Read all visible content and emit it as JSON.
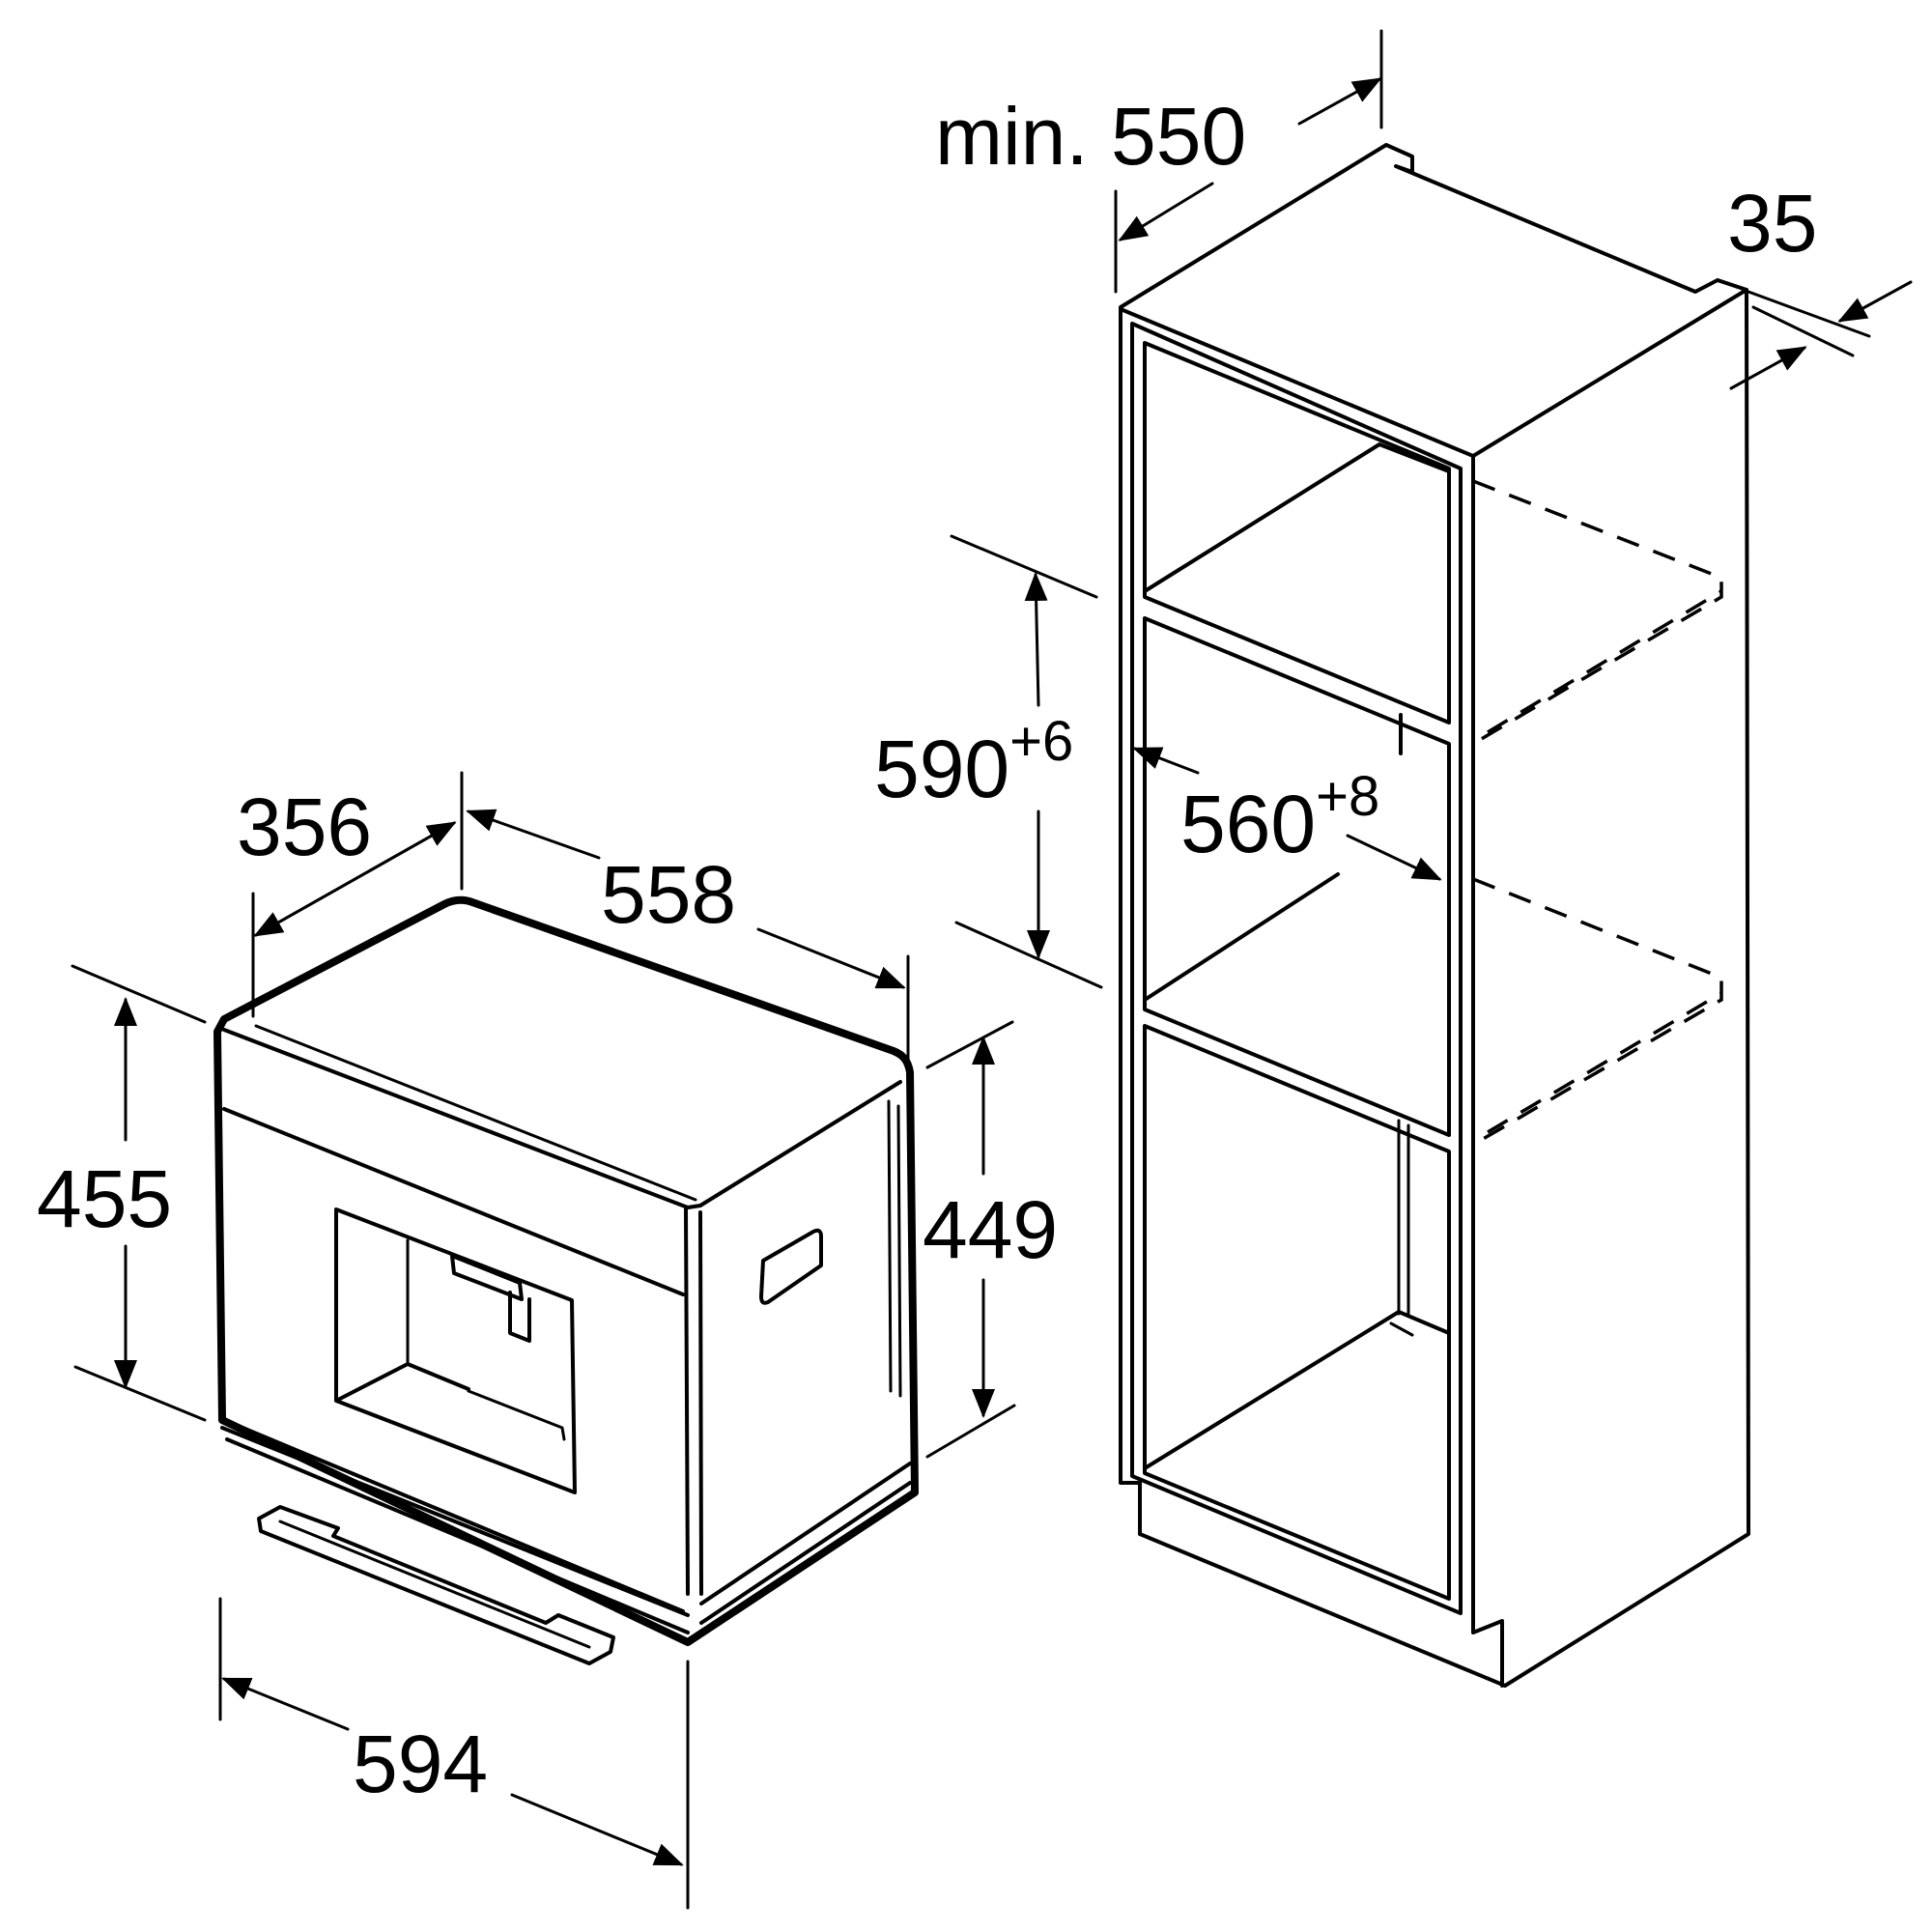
{
  "dimensions": {
    "appliance_depth_side": "356",
    "appliance_depth": "558",
    "appliance_height": "455",
    "appliance_body_height": "449",
    "appliance_width": "594",
    "cabinet_depth": "min. 550",
    "cabinet_rear_gap": "35",
    "niche_height_base": "590",
    "niche_height_tolerance": "+6",
    "niche_width_base": "560",
    "niche_width_tolerance": "+8"
  },
  "colors": {
    "line": "#000000",
    "background": "#ffffff"
  }
}
